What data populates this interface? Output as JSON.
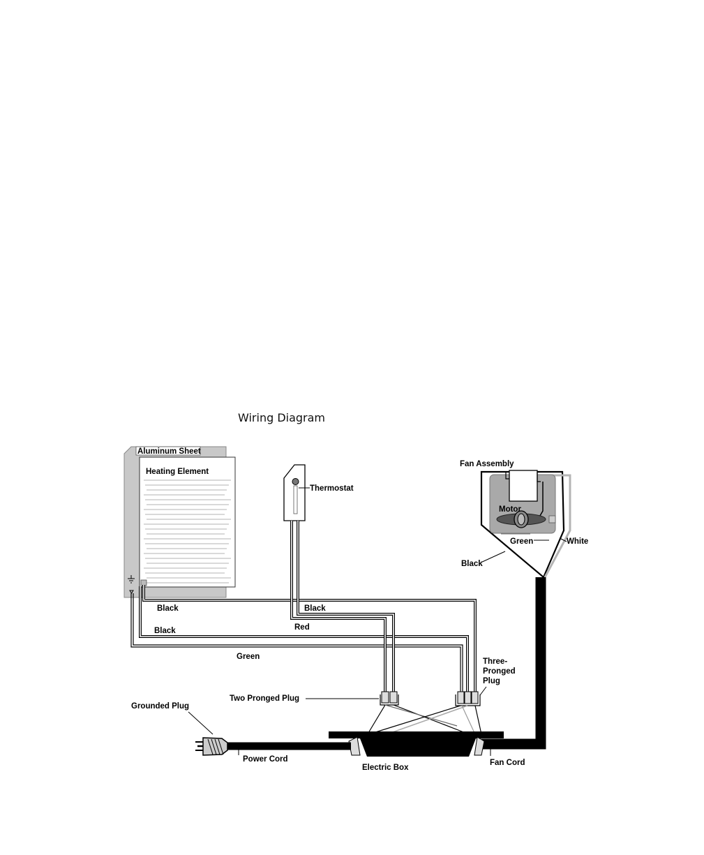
{
  "title": "Wiring Diagram",
  "labels": {
    "aluminum_sheet": "Aluminum Sheet",
    "heating_element": "Heating Element",
    "thermostat": "Thermostat",
    "fan_assembly": "Fan Assembly",
    "motor": "Motor",
    "green_fan": "Green",
    "white_fan": "White",
    "black_fan": "Black",
    "black_1": "Black",
    "black_2": "Black",
    "black_3": "Black",
    "red": "Red",
    "green_ground": "Green",
    "three_pronged_plug": "Three-\nPronged\nPlug",
    "two_pronged_plug": "Two Pronged Plug",
    "grounded_plug": "Grounded Plug",
    "power_cord": "Power Cord",
    "electric_box": "Electric Box",
    "fan_cord": "Fan Cord"
  }
}
